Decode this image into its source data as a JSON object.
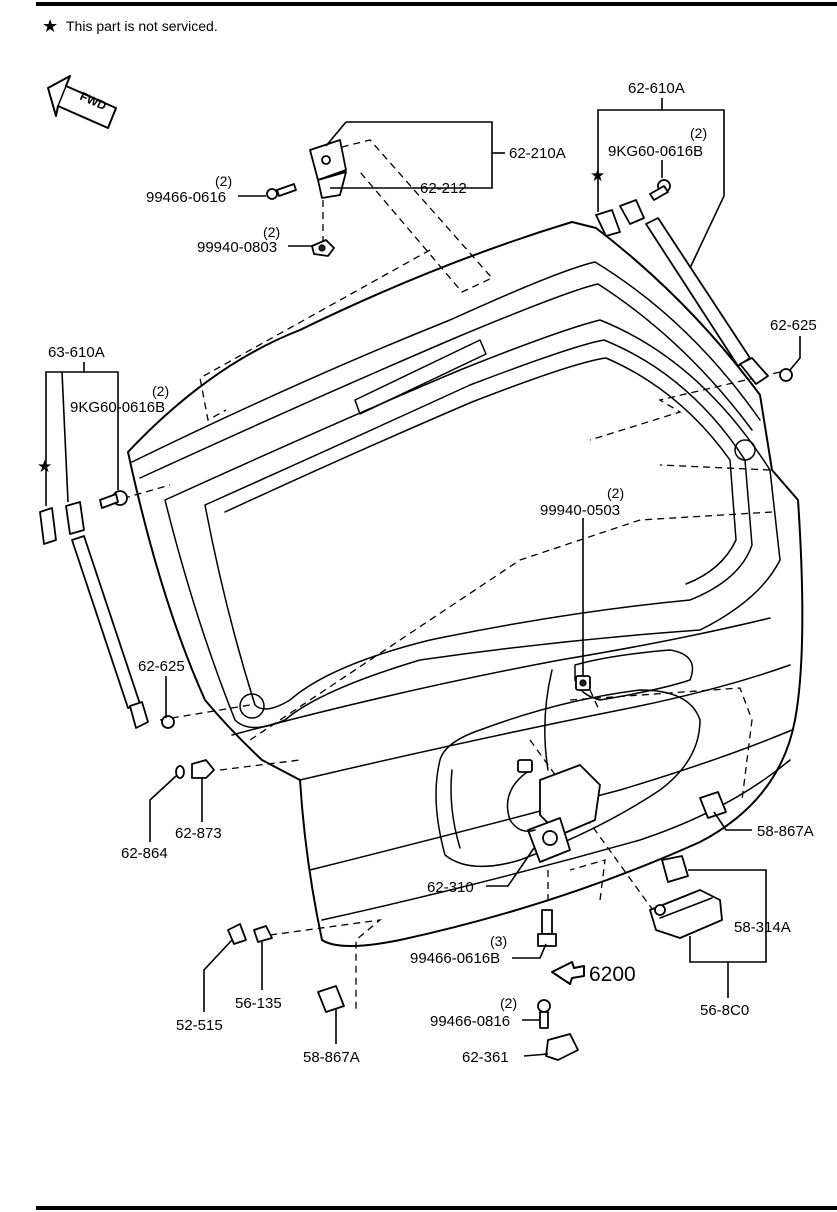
{
  "note": {
    "star": "★",
    "text": "This part is not serviced."
  },
  "fwd_label": "FWD",
  "ref_label": "6200",
  "labels": {
    "p62_210A": "62-210A",
    "p62_212": "62-212",
    "p99466_0616": "99466-0616",
    "p99466_0616_qty": "(2)",
    "p99940_0803": "99940-0803",
    "p99940_0803_qty": "(2)",
    "p62_610A": "62-610A",
    "p9KG60_0616B_r": "9KG60-0616B",
    "p9KG60_0616B_r_qty": "(2)",
    "p62_625_r": "62-625",
    "p63_610A": "63-610A",
    "p9KG60_0616B_l": "9KG60-0616B",
    "p9KG60_0616B_l_qty": "(2)",
    "p62_625_l": "62-625",
    "p99940_0503": "99940-0503",
    "p99940_0503_qty": "(2)",
    "p62_873": "62-873",
    "p62_864": "62-864",
    "p58_867A_r": "58-867A",
    "p62_310": "62-310",
    "p58_314A": "58-314A",
    "p99466_0616B": "99466-0616B",
    "p99466_0616B_qty": "(3)",
    "p56_8C0": "56-8C0",
    "p52_515": "52-515",
    "p56_135": "56-135",
    "p99466_0816": "99466-0816",
    "p99466_0816_qty": "(2)",
    "p62_361": "62-361",
    "p58_867A_b": "58-867A"
  }
}
